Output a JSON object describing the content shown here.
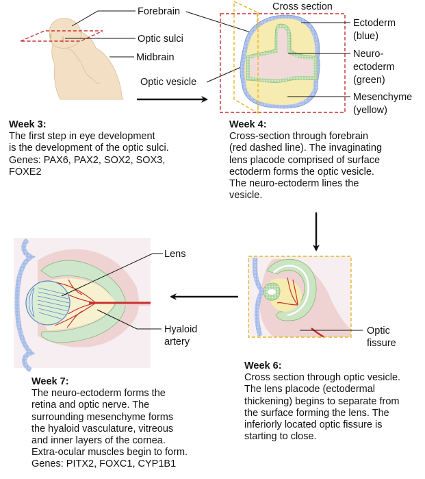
{
  "colors": {
    "embryo": "#f3dfc4",
    "ectoderm": "#8fa9dd",
    "neuroectoderm": "#b9d9ae",
    "mesenchyme": "#f6ebb0",
    "vesicle": "#f3dada",
    "artery": "#c8312f",
    "red_dashed": "#c8312f",
    "yellow_dashed": "#e6b62a",
    "pink_bg": "#f5e6e8"
  },
  "week3": {
    "labels": {
      "forebrain": "Forebrain",
      "optic_sulci": "Optic sulci",
      "midbrain": "Midbrain",
      "optic_vesicle": "Optic vesicle"
    },
    "heading": "Week 3:",
    "lines": [
      "The first step in eye development",
      "is the development of the optic sulci.",
      "Genes: PAX6, PAX2, SOX2, SOX3,",
      "FOXE2"
    ]
  },
  "week4": {
    "labels": {
      "cross_section": "Cross section",
      "ectoderm": "Ectoderm",
      "ectoderm_color": "(blue)",
      "neuro1": "Neuro-",
      "neuro2": "ectoderm",
      "neuro_color": "(green)",
      "mesenchyme": "Mesenchyme",
      "mesenchyme_color": "(yellow)"
    },
    "heading": "Week 4:",
    "lines": [
      "Cross-section through forebrain",
      "(red dashed line). The invaginating",
      "lens placode comprised of surface",
      "ectoderm forms the optic vesicle.",
      "The neuro-ectoderm lines the",
      "vesicle."
    ]
  },
  "week6": {
    "labels": {
      "optic": "Optic",
      "fissure": "fissure"
    },
    "heading": "Week 6:",
    "lines": [
      "Cross section through optic vesicle.",
      "The lens placode (ectodermal",
      "thickening) begins to separate from",
      "the surface forming the lens. The",
      "inferiorly located optic fissure is",
      "starting to close."
    ]
  },
  "week7": {
    "labels": {
      "lens": "Lens",
      "hyaloid": "Hyaloid",
      "artery": "artery"
    },
    "heading": "Week 7:",
    "lines": [
      "The neuro-ectoderm forms the",
      "retina and optic nerve. The",
      "surrounding mesenchyme forms",
      "the hyaloid vasculature, vitreous",
      "and inner layers of the cornea.",
      "Extra-ocular muscles begin to form.",
      "Genes: PITX2, FOXC1, CYP1B1"
    ]
  },
  "arrows": [
    "week3-to-week4",
    "week4-to-week6",
    "week6-to-week7"
  ]
}
